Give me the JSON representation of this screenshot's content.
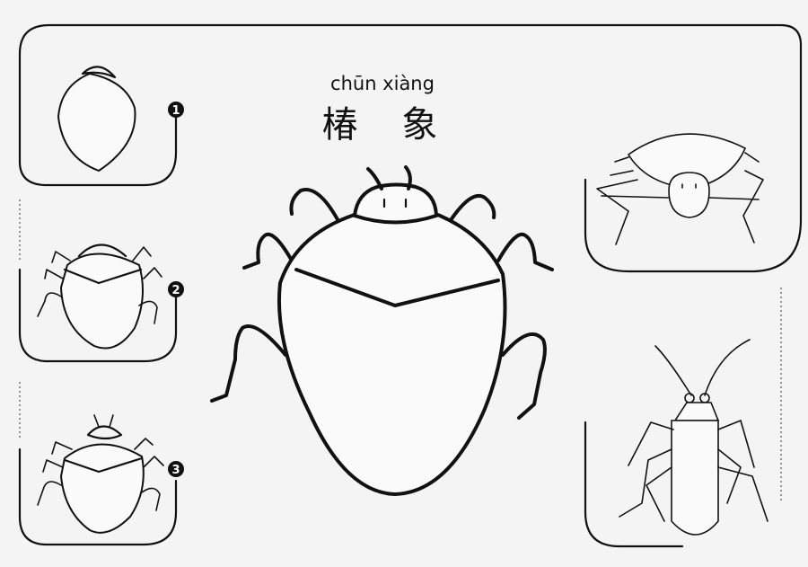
{
  "title": {
    "pinyin": "chūn xiàng",
    "hanzi": "椿 象"
  },
  "steps": [
    {
      "number": "1"
    },
    {
      "number": "2"
    },
    {
      "number": "3"
    }
  ],
  "colors": {
    "ink": "#111111",
    "paper": "#f4f4f4"
  }
}
